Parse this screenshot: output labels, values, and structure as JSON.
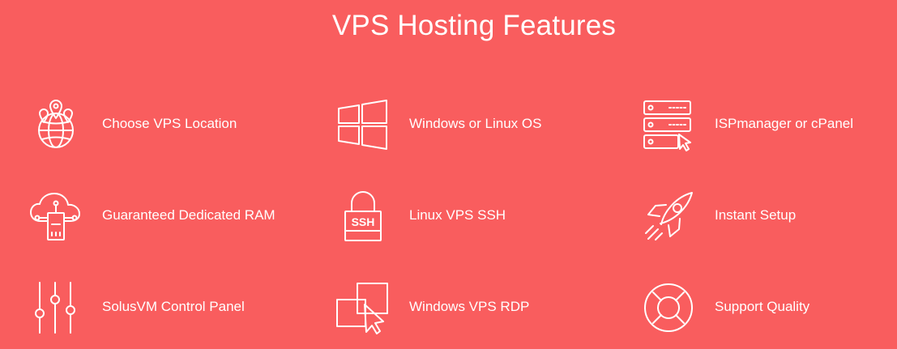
{
  "section": {
    "title": "VPS Hosting Features"
  },
  "features": [
    {
      "label": "Choose VPS Location",
      "icon": "globe-location-icon"
    },
    {
      "label": "Windows or Linux OS",
      "icon": "windows-icon"
    },
    {
      "label": "ISPmanager or cPanel",
      "icon": "server-panel-icon"
    },
    {
      "label": "Guaranteed Dedicated RAM",
      "icon": "cloud-ram-icon"
    },
    {
      "label": "Linux VPS SSH",
      "icon": "ssh-lock-icon"
    },
    {
      "label": "Instant Setup",
      "icon": "rocket-icon"
    },
    {
      "label": "SolusVM Control Panel",
      "icon": "sliders-icon"
    },
    {
      "label": "Windows VPS RDP",
      "icon": "remote-desktop-icon"
    },
    {
      "label": "Support Quality",
      "icon": "lifebuoy-icon"
    }
  ],
  "icon_text": {
    "ssh": "SSH"
  },
  "colors": {
    "background": "#f95d5e",
    "foreground": "#ffffff"
  }
}
